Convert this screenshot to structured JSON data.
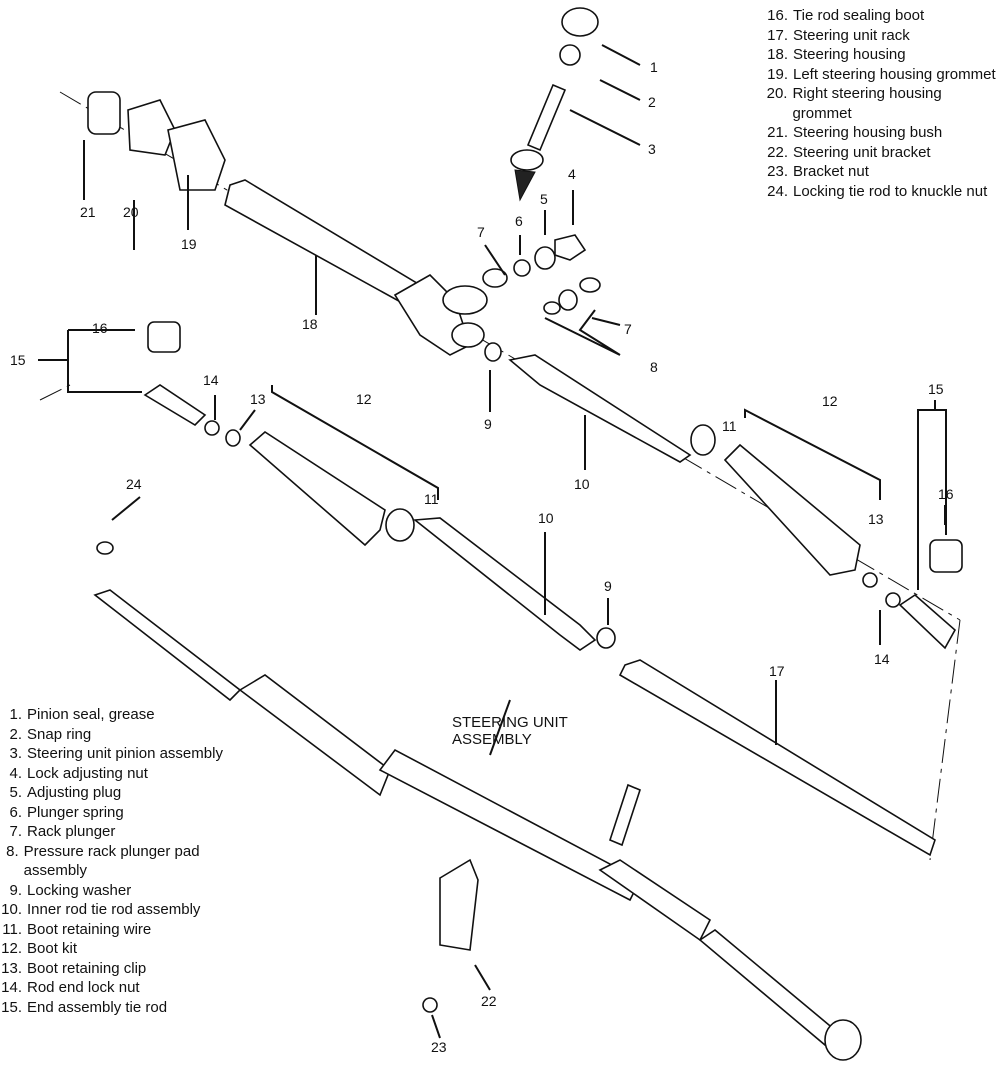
{
  "diagram_title": "STEERING UNIT ASSEMBLY",
  "legend_left": [
    {
      "num": "1.",
      "text": "Pinion seal, grease"
    },
    {
      "num": "2.",
      "text": "Snap ring"
    },
    {
      "num": "3.",
      "text": "Steering unit pinion assembly"
    },
    {
      "num": "4.",
      "text": "Lock adjusting nut"
    },
    {
      "num": "5.",
      "text": "Adjusting plug"
    },
    {
      "num": "6.",
      "text": "Plunger spring"
    },
    {
      "num": "7.",
      "text": "Rack plunger"
    },
    {
      "num": "8.",
      "text": "Pressure rack plunger pad assembly"
    },
    {
      "num": "9.",
      "text": "Locking washer"
    },
    {
      "num": "10.",
      "text": "Inner rod tie rod assembly"
    },
    {
      "num": "11.",
      "text": "Boot retaining wire"
    },
    {
      "num": "12.",
      "text": "Boot kit"
    },
    {
      "num": "13.",
      "text": "Boot retaining clip"
    },
    {
      "num": "14.",
      "text": "Rod end lock nut"
    },
    {
      "num": "15.",
      "text": "End assembly tie rod"
    }
  ],
  "legend_right": [
    {
      "num": "16.",
      "text": "Tie rod sealing boot"
    },
    {
      "num": "17.",
      "text": "Steering unit rack"
    },
    {
      "num": "18.",
      "text": "Steering housing"
    },
    {
      "num": "19.",
      "text": "Left steering housing grommet"
    },
    {
      "num": "20.",
      "text": "Right steering housing grommet"
    },
    {
      "num": "21.",
      "text": "Steering housing bush"
    },
    {
      "num": "22.",
      "text": "Steering unit bracket"
    },
    {
      "num": "23.",
      "text": "Bracket nut"
    },
    {
      "num": "24.",
      "text": "Locking tie rod to knuckle nut"
    }
  ],
  "callouts": [
    "1",
    "2",
    "3",
    "4",
    "5",
    "6",
    "7",
    "7",
    "8",
    "9",
    "10",
    "11",
    "12",
    "13",
    "14",
    "15",
    "16",
    "15",
    "16",
    "14",
    "13",
    "12",
    "11",
    "10",
    "9",
    "24",
    "17",
    "18",
    "19",
    "20",
    "21",
    "22",
    "23"
  ]
}
